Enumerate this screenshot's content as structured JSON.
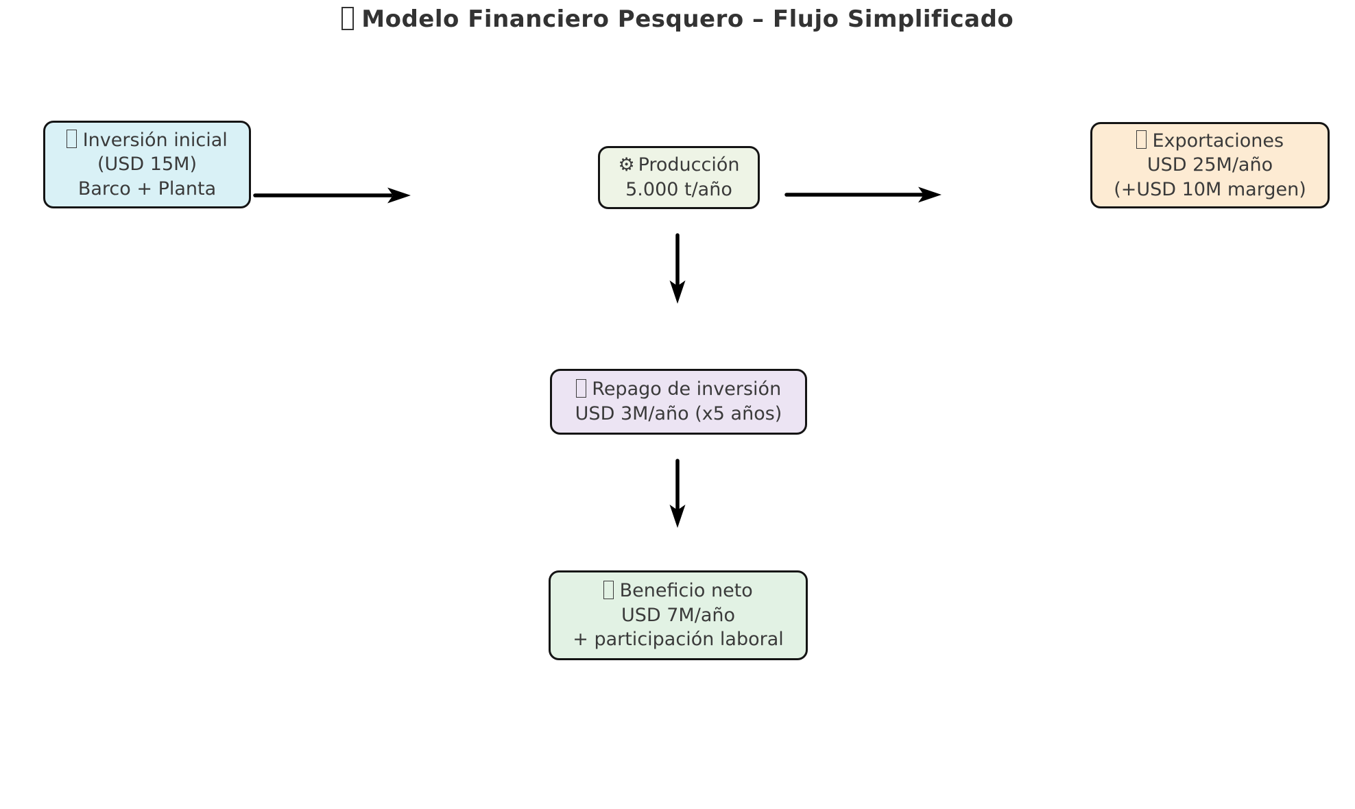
{
  "page": {
    "background": "#ffffff",
    "node_border_color": "#141414",
    "node_text_color": "#3a3a3a",
    "arrow_color": "#000000",
    "title_color": "#333333"
  },
  "title": {
    "icon": "missing-glyph",
    "text": "Modelo Financiero Pesquero – Flujo Simplificado"
  },
  "nodes": {
    "investment": {
      "icon": "missing-glyph",
      "title": "Inversión inicial",
      "line2": "(USD 15M)",
      "line3": "Barco + Planta",
      "fill": "#d9f1f6"
    },
    "production": {
      "icon": "⚙",
      "title": "Producción",
      "line2": "5.000 t/año",
      "fill": "#eef4e6"
    },
    "exports": {
      "icon": "missing-glyph",
      "title": "Exportaciones",
      "line2": "USD 25M/año",
      "line3": "(+USD 10M margen)",
      "fill": "#fdebd3"
    },
    "repayment": {
      "icon": "missing-glyph",
      "title": "Repago de inversión",
      "line2": "USD 3M/año (x5 años)",
      "fill": "#ece4f3"
    },
    "net_benefit": {
      "icon": "missing-glyph",
      "title": "Beneficio neto",
      "line2": "USD 7M/año",
      "line3": "+ participación laboral",
      "fill": "#e2f2e4"
    }
  },
  "edges": [
    {
      "from": "investment",
      "to": "production"
    },
    {
      "from": "production",
      "to": "exports"
    },
    {
      "from": "production",
      "to": "repayment"
    },
    {
      "from": "repayment",
      "to": "net_benefit"
    }
  ]
}
